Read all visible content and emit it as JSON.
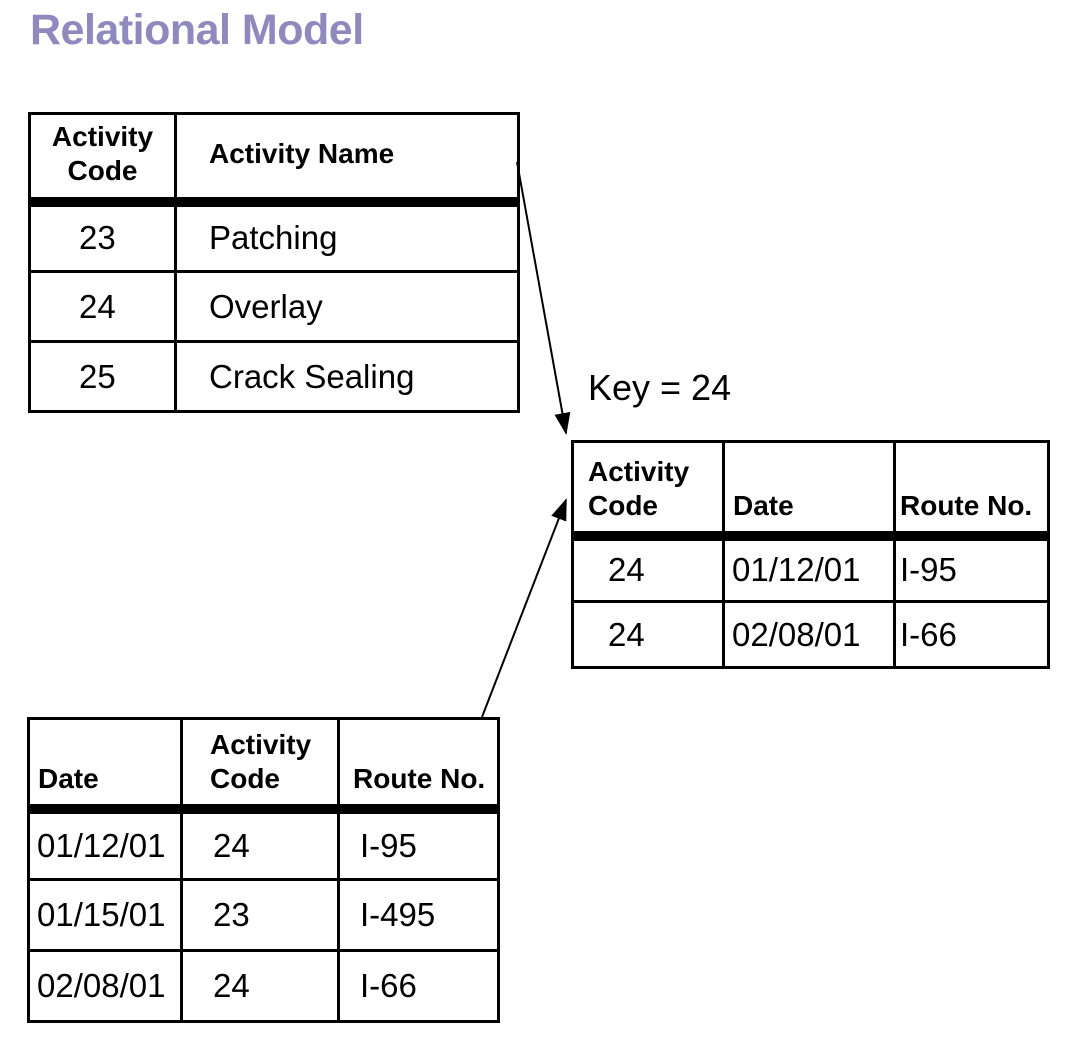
{
  "page": {
    "title": "Relational Model"
  },
  "colors": {
    "title": "#8f89bd",
    "line": "#000000",
    "background": "#ffffff"
  },
  "annotation": {
    "key_label": "Key = 24"
  },
  "tables": {
    "activity": {
      "headers": [
        "Activity Code",
        "Activity Name"
      ],
      "rows": [
        [
          "23",
          "Patching"
        ],
        [
          "24",
          "Overlay"
        ],
        [
          "25",
          "Crack Sealing"
        ]
      ]
    },
    "selected_activity": {
      "headers": [
        "Activity Code",
        "Date",
        "Route No."
      ],
      "rows": [
        [
          "24",
          "01/12/01",
          "I-95"
        ],
        [
          "24",
          "02/08/01",
          "I-66"
        ]
      ]
    },
    "day_log": {
      "headers": [
        "Date",
        "Activity Code",
        "Route No."
      ],
      "rows": [
        [
          "01/12/01",
          "24",
          "I-95"
        ],
        [
          "01/15/01",
          "23",
          "I-495"
        ],
        [
          "02/08/01",
          "24",
          "I-66"
        ]
      ]
    }
  }
}
